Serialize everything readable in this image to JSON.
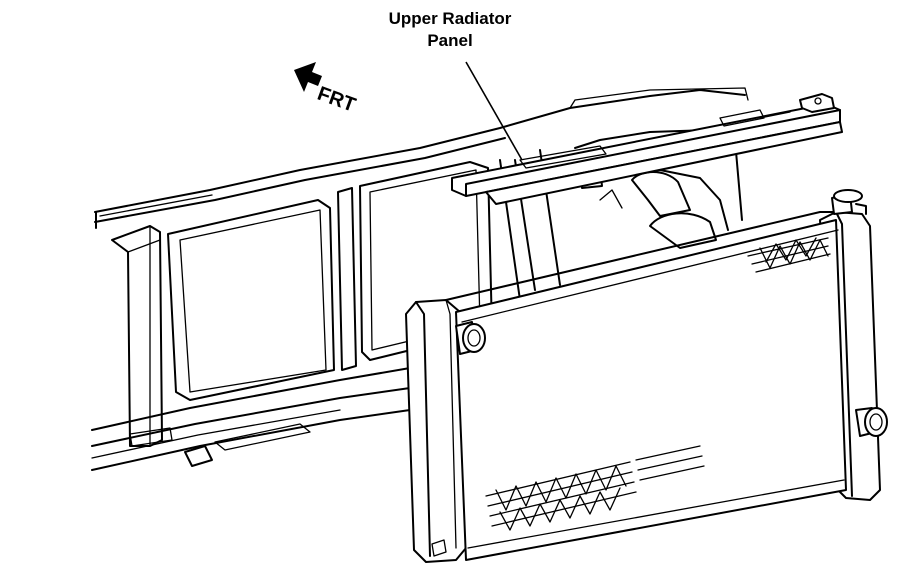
{
  "diagram": {
    "callout": {
      "line1": "Upper Radiator",
      "line2": "Panel"
    },
    "direction_label": "FRT"
  },
  "colors": {
    "ink": "#000000",
    "paper": "#ffffff"
  },
  "icons": {
    "direction_arrow": "front-arrow-icon"
  }
}
